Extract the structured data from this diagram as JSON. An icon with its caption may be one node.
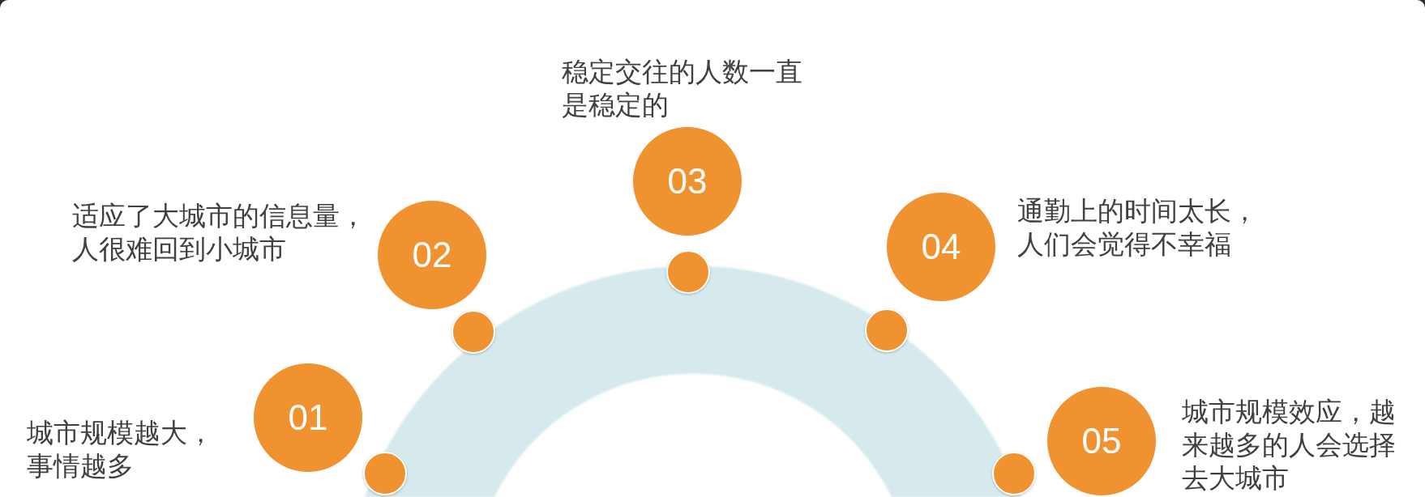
{
  "diagram": {
    "nodes": [
      {
        "text": [
          "01"
        ],
        "beside": [
          "城市规模越大，事情越多"
        ]
      },
      {
        "text": [
          "02"
        ],
        "beside": [
          "适应了大城市的信息量，人很难回到小城市"
        ]
      },
      {
        "text": [
          "03"
        ],
        "beside": [
          "稳定交往的人数一直是稳定的"
        ]
      },
      {
        "text": [
          "04"
        ],
        "beside": [
          "通勤上的时间太长，人们会觉得不幸福"
        ]
      },
      {
        "text": [
          "05"
        ],
        "beside": [
          "城市规模效应，越来越多的人会选择去大城市"
        ]
      },
      {
        "text": [],
        "shape": "circle"
      },
      {
        "text": [],
        "shape": "circle"
      },
      {
        "text": [],
        "shape": "circle"
      },
      {
        "text": [],
        "shape": "circle"
      },
      {
        "text": [],
        "shape": "circle"
      }
    ]
  }
}
